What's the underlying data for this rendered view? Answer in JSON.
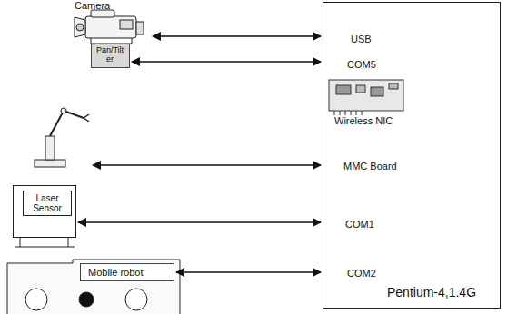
{
  "diagram": {
    "nodes": [
      {
        "text": [
          "Camera"
        ]
      },
      {
        "text": [
          "Pan/Tilt er"
        ],
        "in": 0
      },
      {
        "text": [
          "USB",
          "COM5",
          "Wireless NIC",
          "MMC Board",
          "COM1",
          "COM2",
          "Pentium-4,1.4G"
        ]
      },
      {
        "text": [
          "Laser Sensor"
        ]
      },
      {
        "text": [
          "Mobile robot"
        ]
      }
    ],
    "edges": [
      {
        "from": 0,
        "to": 2,
        "arrow": "both"
      },
      {
        "from": 1,
        "to": 2,
        "arrow": "both"
      },
      {
        "from": 3,
        "to": 2,
        "arrow": "both"
      },
      {
        "from": 4,
        "to": 2,
        "arrow": "both"
      }
    ]
  }
}
